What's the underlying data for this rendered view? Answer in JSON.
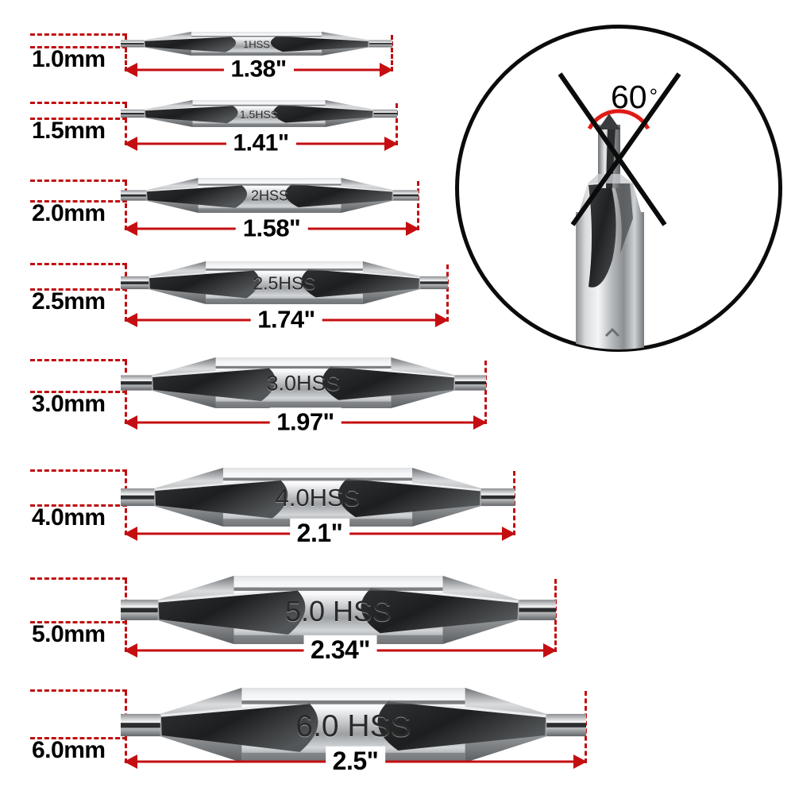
{
  "meta": {
    "accent_red": "#c40e11",
    "dash_red": "#c00d10",
    "text_black": "#000000"
  },
  "rows": [
    {
      "size_label": "1.0mm",
      "length_label": "1.38\"",
      "body_text": "1HSS",
      "tip_diameter_mm": 1.0,
      "length_inches": 1.38
    },
    {
      "size_label": "1.5mm",
      "length_label": "1.41\"",
      "body_text": "1.5HSS",
      "tip_diameter_mm": 1.5,
      "length_inches": 1.41
    },
    {
      "size_label": "2.0mm",
      "length_label": "1.58\"",
      "body_text": "2HSS",
      "tip_diameter_mm": 2.0,
      "length_inches": 1.58
    },
    {
      "size_label": "2.5mm",
      "length_label": "1.74\"",
      "body_text": "2.5HSS",
      "tip_diameter_mm": 2.5,
      "length_inches": 1.74
    },
    {
      "size_label": "3.0mm",
      "length_label": "1.97\"",
      "body_text": "3.0HSS",
      "tip_diameter_mm": 3.0,
      "length_inches": 1.97
    },
    {
      "size_label": "4.0mm",
      "length_label": "2.1\"",
      "body_text": "4.0HSS",
      "tip_diameter_mm": 4.0,
      "length_inches": 2.1
    },
    {
      "size_label": "5.0mm",
      "length_label": "2.34\"",
      "body_text": "5.0 HSS",
      "tip_diameter_mm": 5.0,
      "length_inches": 2.34
    },
    {
      "size_label": "6.0mm",
      "length_label": "2.5\"",
      "body_text": "6.0 HSS",
      "tip_diameter_mm": 6.0,
      "length_inches": 2.5
    }
  ],
  "inset": {
    "angle_value": "60",
    "degree_symbol": "°"
  }
}
